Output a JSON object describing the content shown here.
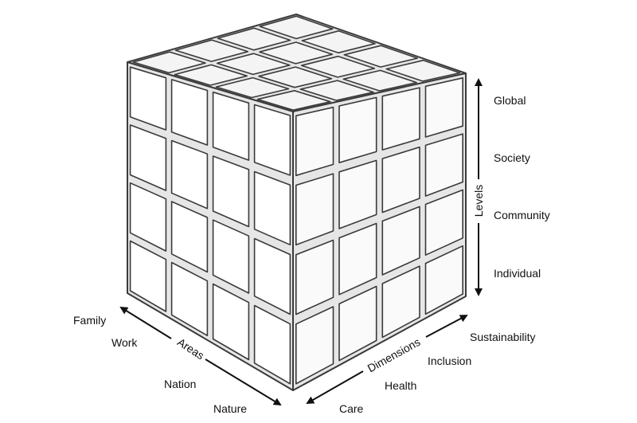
{
  "diagram": {
    "grid_size": 4,
    "colors": {
      "stroke": "#3a3a3a",
      "fill": "#ffffff",
      "shade": "#e6e6e6"
    },
    "levels": {
      "axis_label": "Levels",
      "items": [
        "Global",
        "Society",
        "Community",
        "Individual"
      ]
    },
    "areas": {
      "axis_label": "Areas",
      "items": [
        "Family",
        "Work",
        "Nation",
        "Nature"
      ]
    },
    "dimensions": {
      "axis_label": "Dimensions",
      "items": [
        "Care",
        "Health",
        "Inclusion",
        "Sustainability"
      ]
    }
  }
}
